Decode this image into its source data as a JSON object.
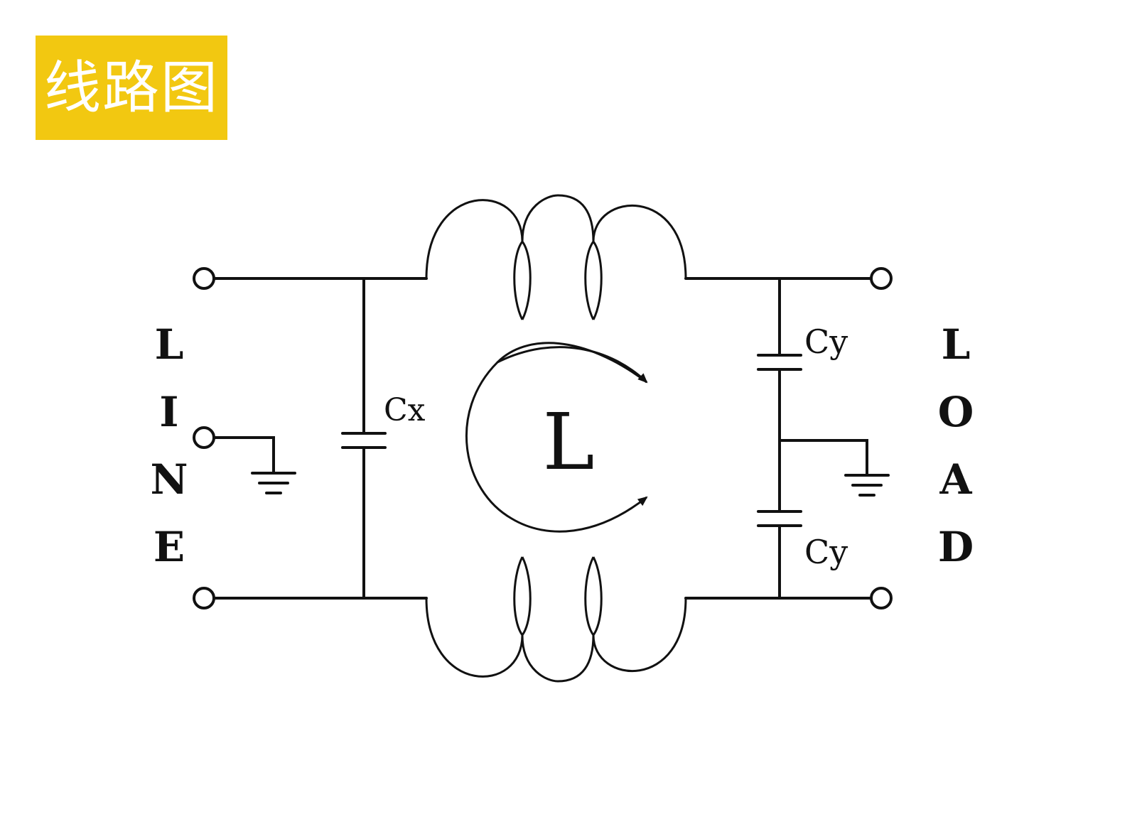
{
  "title": "线路图",
  "colors": {
    "title_bg": "#F2C811",
    "title_text": "#FFFFFF",
    "line": "#111111"
  },
  "labels": {
    "line_side": [
      "L",
      "I",
      "N",
      "E"
    ],
    "load_side": [
      "L",
      "O",
      "A",
      "D"
    ],
    "cx": "Cx",
    "cy_top": "Cy",
    "cy_bottom": "Cy",
    "inductor": "L"
  }
}
